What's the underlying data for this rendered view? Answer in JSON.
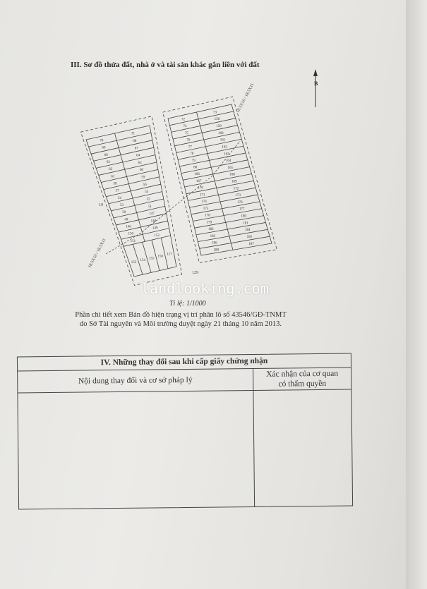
{
  "section3": {
    "title": "III. Sơ đồ thửa đất, nhà ở và tài sản khác gắn liền với đất"
  },
  "map": {
    "north_label": "B",
    "left_block": {
      "col1": [
        "70",
        "69",
        "66",
        "63",
        "62",
        "61",
        "58",
        "57",
        "54",
        "53",
        "50",
        "49",
        "146",
        "150",
        "151"
      ],
      "col2": [
        "71",
        "68",
        "67",
        "64",
        "63",
        "60",
        "59",
        "56",
        "55",
        "52",
        "51",
        "147",
        "148",
        "149",
        "152"
      ],
      "bottom": [
        "153",
        "154",
        "155",
        "156",
        "157"
      ]
    },
    "right_block": {
      "col1": [
        "72",
        "74",
        "75",
        "76",
        "77",
        "78",
        "79",
        "80",
        "166",
        "167",
        "170",
        "171",
        "174",
        "175",
        "178",
        "179",
        "182",
        "183",
        "186",
        "188"
      ],
      "col2": [
        "73",
        "158",
        "159",
        "160",
        "161",
        "162",
        "163",
        "164",
        "165",
        "168",
        "169",
        "172",
        "173",
        "176",
        "177",
        "180",
        "181",
        "184",
        "185",
        "187"
      ]
    },
    "outside_labels": {
      "lot_19": "19",
      "lot_129": "129",
      "road_left": "18.5X10 / 18.5X11",
      "road_right": "18.5X10 / 18.5X11"
    },
    "scale": "Tỉ lệ: 1/1000",
    "note_line1": "Phần chi tiết xem Bản đồ hiện trạng vị trí phân lô số 43546/GĐ-TNMT",
    "note_line2": "do Sở Tài nguyên và Môi trường duyệt ngày 21 tháng 10 năm 2013."
  },
  "watermark": "landlooking.com",
  "section4": {
    "title": "IV. Những thay đổi sau khi cấp giấy chứng nhận",
    "col1_header": "Nội dung thay đổi và cơ sở pháp lý",
    "col2_header_line1": "Xác nhận của cơ quan",
    "col2_header_line2": "có thẩm quyền"
  }
}
